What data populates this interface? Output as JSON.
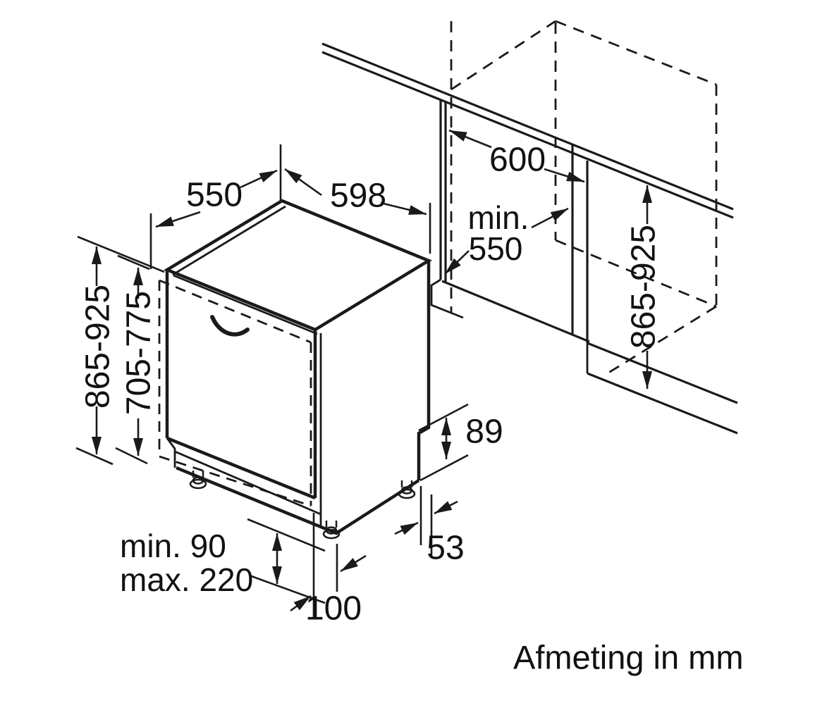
{
  "diagram": {
    "caption": "Afmeting in mm",
    "labels": {
      "depth_top": "550",
      "width_top": "598",
      "niche_width": "600",
      "niche_depth_min_word": "min.",
      "niche_depth_min_value": "550",
      "height_overall_left": "865-925",
      "door_panel_height": "705-775",
      "height_overall_right": "865-925",
      "rear_step_height": "89",
      "rear_foot_offset": "53",
      "plinth_min": "min. 90",
      "plinth_max": "max. 220",
      "front_foot_inset": "100"
    },
    "line_color": "#1a1a1a"
  }
}
